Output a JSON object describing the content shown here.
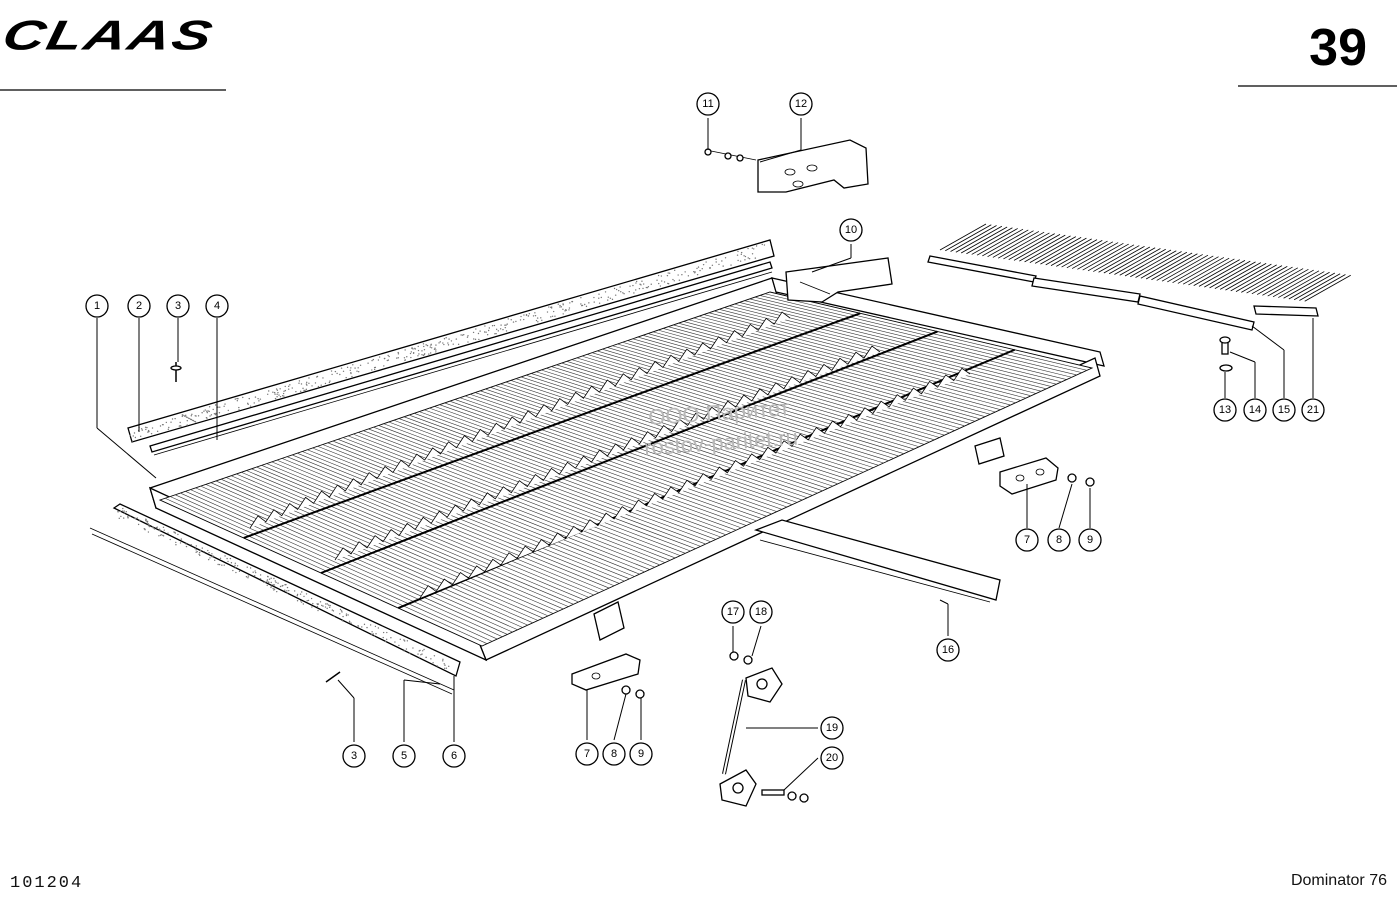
{
  "header": {
    "brand": "CLAAS",
    "page_number": "39"
  },
  "footer": {
    "doc_code": "101204",
    "model": "Dominator 76"
  },
  "watermark": {
    "line1": "ООО Паритет",
    "line2": "rostov-paritet.ru"
  },
  "callouts": [
    {
      "id": "c11",
      "label": "11"
    },
    {
      "id": "c12",
      "label": "12"
    },
    {
      "id": "c10",
      "label": "10"
    },
    {
      "id": "c1",
      "label": "1"
    },
    {
      "id": "c2",
      "label": "2"
    },
    {
      "id": "c3a",
      "label": "3"
    },
    {
      "id": "c4",
      "label": "4"
    },
    {
      "id": "c13",
      "label": "13"
    },
    {
      "id": "c14",
      "label": "14"
    },
    {
      "id": "c15",
      "label": "15"
    },
    {
      "id": "c21",
      "label": "21"
    },
    {
      "id": "c7a",
      "label": "7"
    },
    {
      "id": "c8a",
      "label": "8"
    },
    {
      "id": "c9a",
      "label": "9"
    },
    {
      "id": "c16",
      "label": "16"
    },
    {
      "id": "c17",
      "label": "17"
    },
    {
      "id": "c18",
      "label": "18"
    },
    {
      "id": "c19",
      "label": "19"
    },
    {
      "id": "c20",
      "label": "20"
    },
    {
      "id": "c3b",
      "label": "3"
    },
    {
      "id": "c5",
      "label": "5"
    },
    {
      "id": "c6",
      "label": "6"
    },
    {
      "id": "c7b",
      "label": "7"
    },
    {
      "id": "c8b",
      "label": "8"
    },
    {
      "id": "c9b",
      "label": "9"
    }
  ]
}
